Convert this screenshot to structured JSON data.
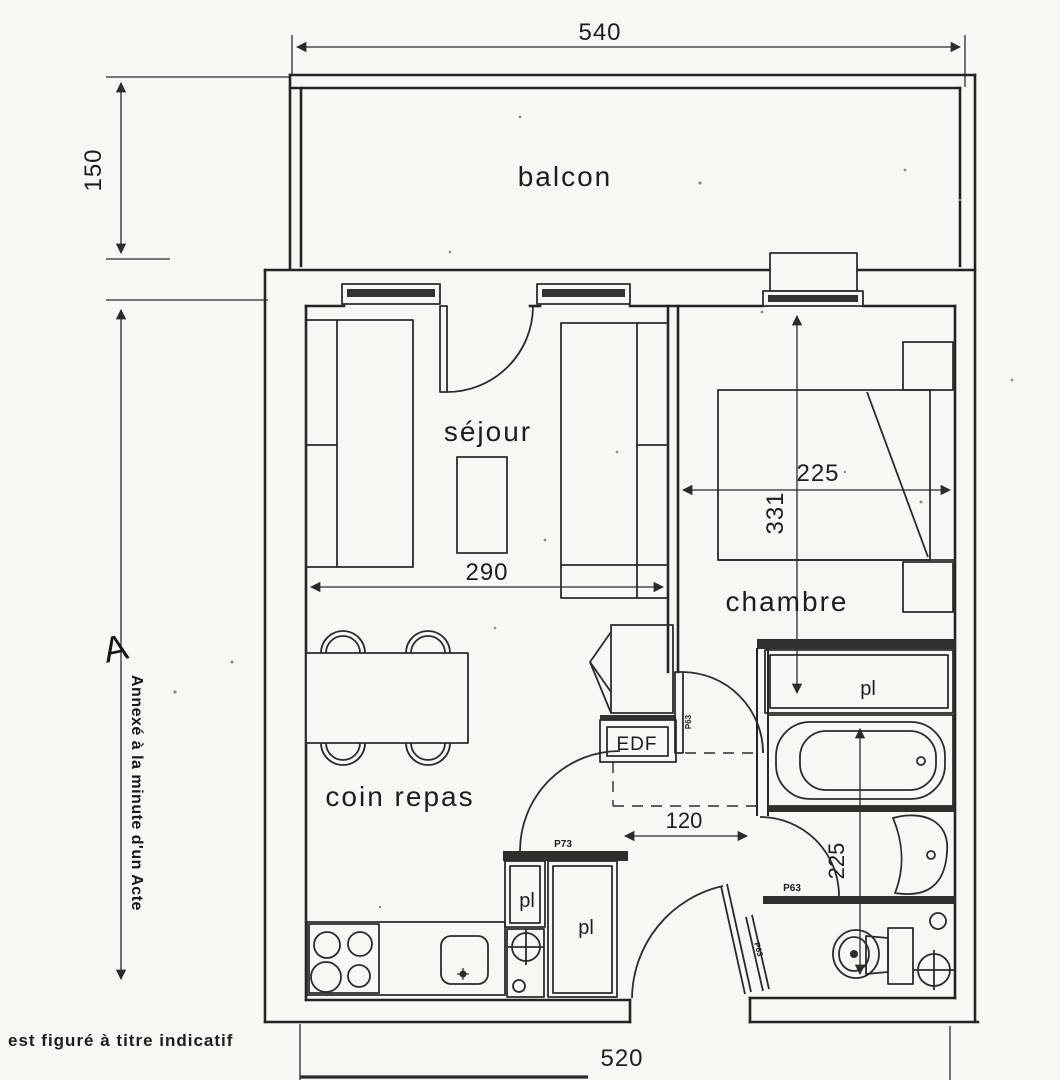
{
  "plan": {
    "rooms": {
      "balcony": "balcon",
      "living_room": "séjour",
      "bedroom": "chambre",
      "dining_area": "coin repas"
    },
    "labels": {
      "edf_box": "EDF",
      "closet": "pl",
      "door_p73": "P73",
      "door_p63": "P63"
    },
    "dimensions": {
      "balcony_width": "540",
      "balcony_depth": "150",
      "living_width": "290",
      "bedroom_width": "225",
      "bedroom_depth": "331",
      "hallway_width": "120",
      "bathroom_depth": "225",
      "apartment_width": "520"
    },
    "annotations": {
      "stamp_letter": "A",
      "stamp": "Annexé à la minute d'un Acte",
      "footnote": "est figuré à titre indicatif"
    }
  }
}
